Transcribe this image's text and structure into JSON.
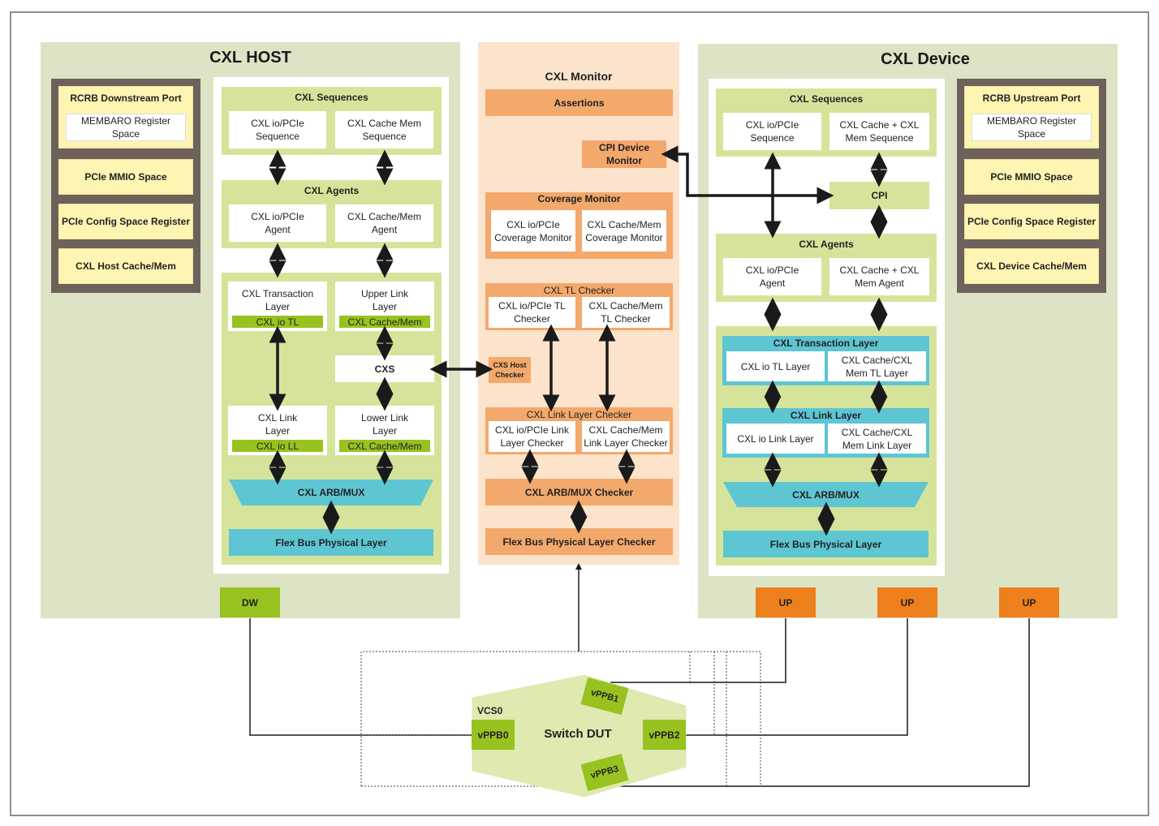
{
  "host": {
    "title": "CXL HOST",
    "rcrb": "RCRB Downstream Port",
    "membaro": "MEMBARO Register Space",
    "mmio": "PCIe MMIO Space",
    "config": "PCIe Config Space Register",
    "cachemem": "CXL Host Cache/Mem",
    "sequences": "CXL Sequences",
    "seq_io": "CXL io/PCIe Sequence",
    "seq_cm": "CXL Cache Mem Sequence",
    "agents": "CXL Agents",
    "agent_io": "CXL io/PCIe Agent",
    "agent_cm": "CXL Cache/Mem Agent",
    "tl": "CXL Transaction Layer",
    "tl_io": "CXL io TL",
    "upper": "Upper Link Layer",
    "upper_cm": "CXL Cache/Mem",
    "cxs": "CXS",
    "ll": "CXL Link Layer",
    "ll_io": "CXL io LL",
    "lower": "Lower Link Layer",
    "lower_cm": "CXL Cache/Mem",
    "arb": "CXL ARB/MUX",
    "phy": "Flex Bus Physical Layer",
    "dw": "DW"
  },
  "monitor": {
    "title": "CXL Monitor",
    "assertions": "Assertions",
    "cpi_monitor": "CPI Device Monitor",
    "coverage": "Coverage Monitor",
    "cov_io": "CXL io/PCIe Coverage Monitor",
    "cov_cm": "CXL Cache/Mem Coverage Monitor",
    "tl_checker": "CXL TL Checker",
    "tl_io": "CXL io/PCIe TL Checker",
    "tl_cm": "CXL Cache/Mem TL Checker",
    "cxs_host": "CXS Host Checker",
    "ll_checker": "CXL Link Layer Checker",
    "ll_io": "CXL io/PCIe Link Layer Checker",
    "ll_cm": "CXL Cache/Mem Link Layer Checker",
    "arb": "CXL ARB/MUX Checker",
    "phy": "Flex Bus Physical Layer Checker"
  },
  "device": {
    "title": "CXL Device",
    "rcrb": "RCRB Upstream Port",
    "membaro": "MEMBARO Register Space",
    "mmio": "PCIe MMIO Space",
    "config": "PCIe Config Space Register",
    "cachemem": "CXL Device Cache/Mem",
    "sequences": "CXL Sequences",
    "seq_io": "CXL io/PCIe Sequence",
    "seq_cm": "CXL Cache + CXL Mem Sequence",
    "cpi": "CPI",
    "agents": "CXL Agents",
    "agent_io": "CXL io/PCIe Agent",
    "agent_cm": "CXL Cache + CXL Mem Agent",
    "tl": "CXL Transaction Layer",
    "tl_io": "CXL io TL Layer",
    "tl_cm": "CXL Cache/CXL Mem TL Layer",
    "ll": "CXL Link Layer",
    "ll_io": "CXL io Link Layer",
    "ll_cm": "CXL Cache/CXL Mem Link Layer",
    "arb": "CXL ARB/MUX",
    "phy": "Flex Bus Physical Layer",
    "up": [
      "UP",
      "UP",
      "UP"
    ]
  },
  "switch": {
    "vcs": "VCS0",
    "title": "Switch DUT",
    "vppb0": "vPPB0",
    "vppb1": "vPPB1",
    "vppb2": "vPPB2",
    "vppb3": "vPPB3"
  },
  "colors": {
    "panel": "#dde3c5",
    "monitor_panel": "#fce3cc",
    "green_block": "#d6e49b",
    "dark_frame": "#6d625b",
    "register_yellow": "#fff5b3",
    "orange": "#f3a86c",
    "port_orange": "#ee7f1d",
    "lime": "#98c21f",
    "teal": "#5ec5d2"
  }
}
